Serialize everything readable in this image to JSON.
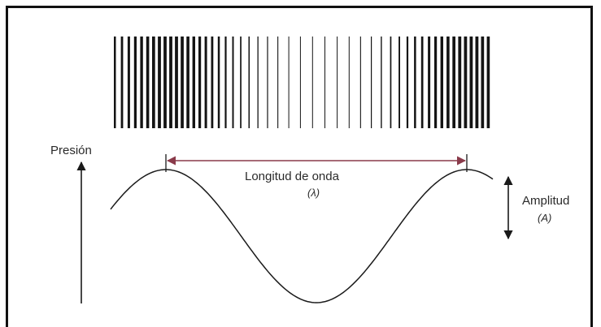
{
  "labels": {
    "pressure_axis": "Presión",
    "wavelength": "Longitud de onda",
    "wavelength_symbol": "(λ)",
    "amplitude": "Amplitud",
    "amplitude_symbol": "(A)"
  },
  "colors": {
    "ink": "#1a1a1a",
    "baseline_start": "#a0486a",
    "baseline_end": "#3a9aa0",
    "wavelength_arrow": "#8a3a4a",
    "frame": "#111111"
  }
}
